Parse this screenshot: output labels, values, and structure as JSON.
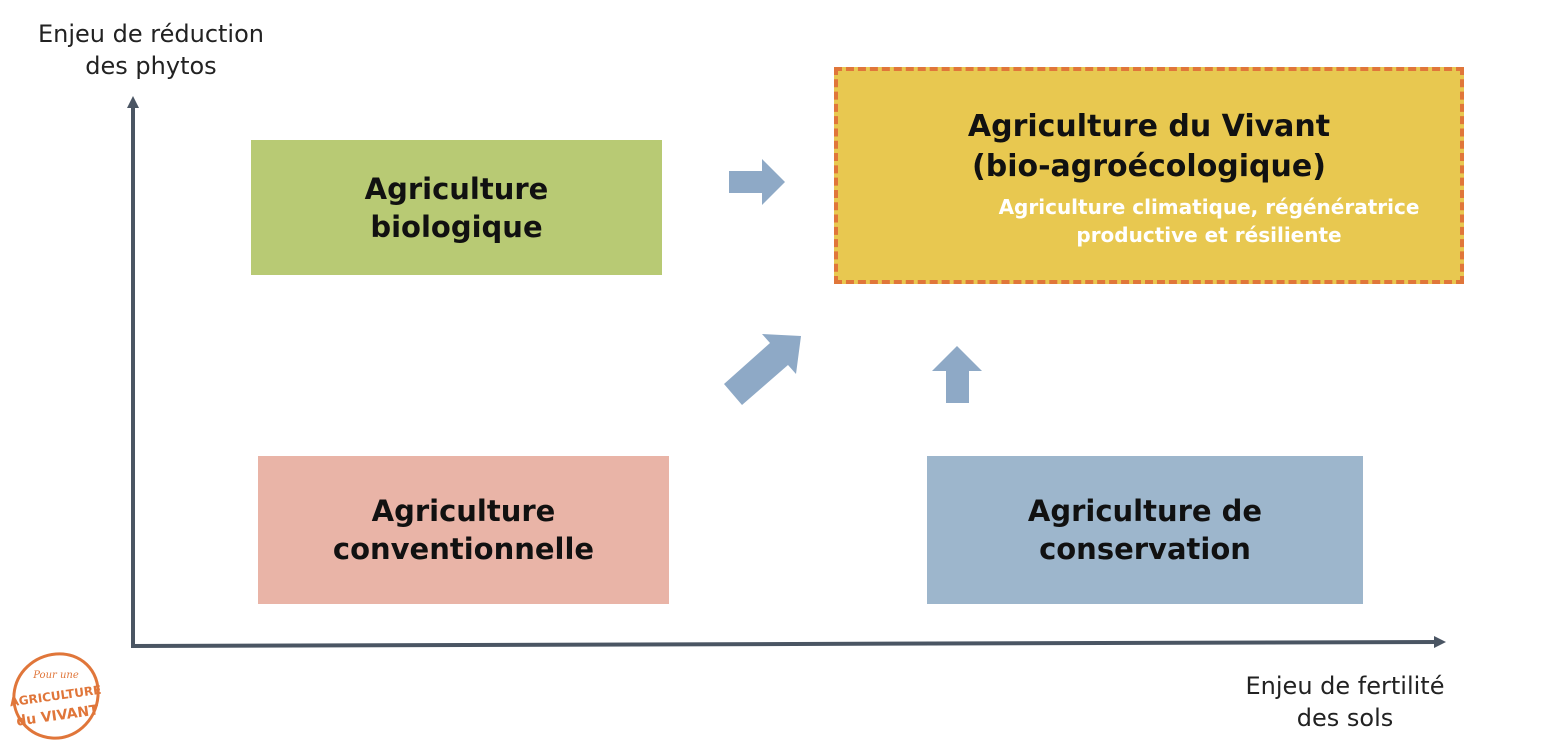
{
  "axes": {
    "y_label_line1": "Enjeu de réduction",
    "y_label_line2": "des phytos",
    "x_label_line1": "Enjeu de fertilité",
    "x_label_line2": "des sols"
  },
  "boxes": {
    "bio": {
      "line1": "Agriculture",
      "line2": "biologique",
      "color": "#b8ca74"
    },
    "conv": {
      "line1": "Agriculture",
      "line2": "conventionnelle",
      "color": "#e9b4a7"
    },
    "cons": {
      "line1": "Agriculture de",
      "line2": "conservation",
      "color": "#9db6cc"
    },
    "vivant": {
      "line1": "Agriculture du Vivant",
      "line2": "(bio-agroécologique)",
      "sub_line1": "Agriculture climatique, régénératrice",
      "sub_line2": "productive et résiliente",
      "color": "#e8c850",
      "border_color": "#e0763a"
    }
  },
  "colors": {
    "axis": "#4a5563",
    "arrow": "#8ea9c6",
    "logo": "#e0763a"
  },
  "logo": {
    "line1": "Pour une",
    "line2": "AGRICULTURE",
    "line3": "du VIVANT"
  }
}
